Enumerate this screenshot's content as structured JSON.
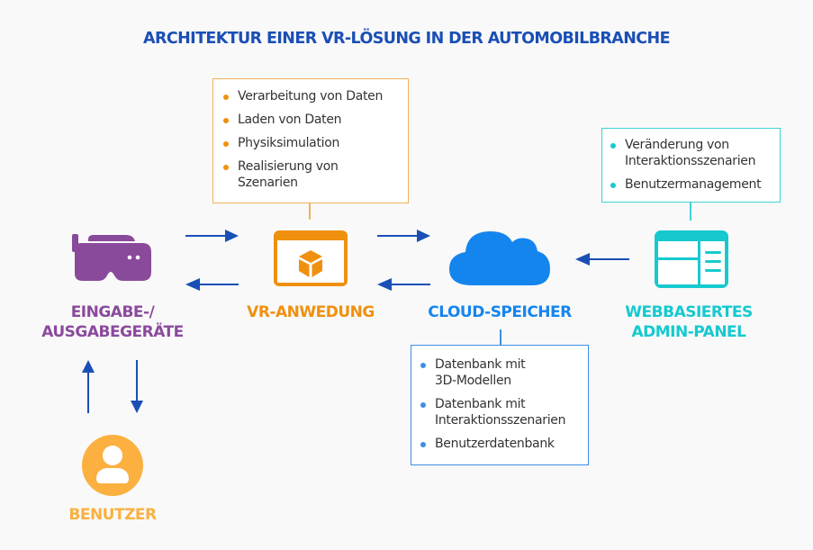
{
  "title": "ARCHITEKTUR EINER VR-LÖSUNG IN DER AUTOMOBILBRANCHE",
  "colors": {
    "title": "#1a4fb5",
    "arrow": "#1a4fb5",
    "devices": "#8a4a9c",
    "vr_app": "#f0900f",
    "cloud": "#1585ee",
    "admin": "#16c9cf",
    "user": "#fbb040",
    "cloud_box_border": "#3d8ee6"
  },
  "nodes": {
    "devices": {
      "label_line1": "EINGABE-/",
      "label_line2": "AUSGABEGERÄTE",
      "icon": "vr-headset-icon"
    },
    "vr_app": {
      "label": "VR-ANWEDUNG",
      "icon": "app-window-cube-icon"
    },
    "cloud": {
      "label": "CLOUD-SPEICHER",
      "icon": "cloud-icon"
    },
    "admin": {
      "label_line1": "WEBBASIERTES",
      "label_line2": "ADMIN-PANEL",
      "icon": "admin-panel-icon"
    },
    "user": {
      "label": "BENUTZER",
      "icon": "user-avatar-icon"
    }
  },
  "boxes": {
    "vr_app": {
      "items": [
        "Verarbeitung von Daten",
        "Laden von Daten",
        "Physiksimulation",
        "Realisierung von\nSzenarien"
      ]
    },
    "admin": {
      "items": [
        "Veränderung von\nInteraktionsszenarien",
        "Benutzermanagement"
      ]
    },
    "cloud": {
      "items": [
        "Datenbank mit\n3D-Modellen",
        "Datenbank mit\nInteraktionsszenarien",
        "Benutzerdatenbank"
      ]
    }
  },
  "arrows": [
    {
      "from": "devices",
      "to": "vr_app"
    },
    {
      "from": "vr_app",
      "to": "devices"
    },
    {
      "from": "vr_app",
      "to": "cloud"
    },
    {
      "from": "cloud",
      "to": "vr_app"
    },
    {
      "from": "admin",
      "to": "cloud"
    },
    {
      "from": "user",
      "to": "devices"
    },
    {
      "from": "devices",
      "to": "user"
    }
  ]
}
